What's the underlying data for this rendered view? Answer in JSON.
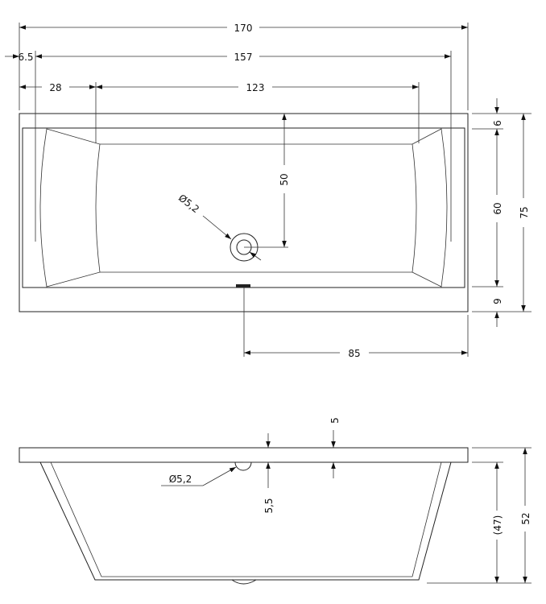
{
  "top_view": {
    "dims": {
      "overall_length": "170",
      "inner_length": "157",
      "rim_offset": "6.5",
      "backrest_width": "28",
      "floor_length": "123",
      "drain_to_floor": "50",
      "drain_diameter": "Ø5,2",
      "rim_top": "6",
      "inner_width": "60",
      "overall_width": "75",
      "rim_bottom": "9",
      "drain_offset": "85"
    }
  },
  "side_view": {
    "dims": {
      "rim_thickness": "5",
      "overflow_diameter": "Ø5,2",
      "overflow_height": "5,5",
      "inner_depth": "(47)",
      "overall_height": "52"
    }
  }
}
